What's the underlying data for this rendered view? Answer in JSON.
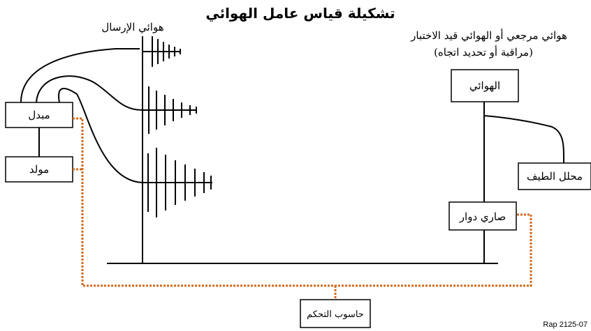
{
  "title": "تشكيلة قياس عامل الهوائي",
  "labels": {
    "tx_antenna": "هوائي الإرسال",
    "ref_antenna_line1": "هوائي مرجعي أو الهوائي قيد الاختبار",
    "ref_antenna_line2": "(مراقبة أو تحديد اتجاه)",
    "antenna_box": "الهوائي",
    "switch_box": "مبدل",
    "generator_box": "مولد",
    "spectrum_analyzer_box": "محلل الطيف",
    "rotating_mast_box": "صاري دوار",
    "control_computer_box": "حاسوب التحكم",
    "figure_ref": "Rap 2125-07"
  },
  "colors": {
    "line": "#000000",
    "control_link": "#d2691e"
  }
}
